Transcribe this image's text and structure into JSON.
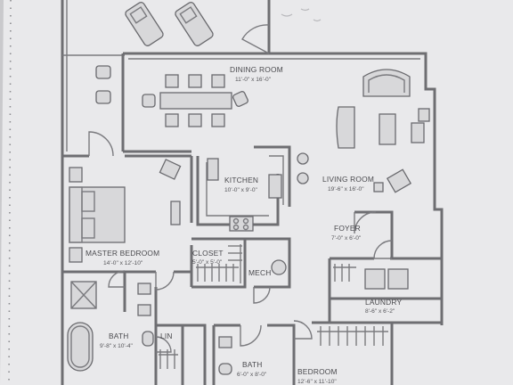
{
  "rooms": {
    "dining": {
      "name": "DINING ROOM",
      "dims": "11'-0\" x 16'-0\""
    },
    "kitchen": {
      "name": "KITCHEN",
      "dims": "10'-0\" x 9'-0\""
    },
    "living": {
      "name": "LIVING ROOM",
      "dims": "19'-6\" x 16'-0\""
    },
    "master": {
      "name": "MASTER BEDROOM",
      "dims": "14'-0\" x 12'-10\""
    },
    "closet": {
      "name": "CLOSET",
      "dims": "5'-0\" x 5'-0\""
    },
    "mech": {
      "name": "MECH"
    },
    "foyer": {
      "name": "FOYER",
      "dims": "7'-0\" x 6'-0\""
    },
    "laundry": {
      "name": "LAUNDRY",
      "dims": "8'-6\" x 6'-2\""
    },
    "bath_master": {
      "name": "BATH",
      "dims": "9'-8\" x 10'-4\""
    },
    "linen": {
      "name": "LIN"
    },
    "bath2": {
      "name": "BATH",
      "dims": "6'-0\" x 8'-0\""
    },
    "bedroom": {
      "name": "BEDROOM",
      "dims": "12'-6\" x 11'-10\""
    }
  },
  "colors": {
    "paper": "#e9e9eb",
    "background": "#c9c9cc",
    "ink": "#6e6e72"
  }
}
